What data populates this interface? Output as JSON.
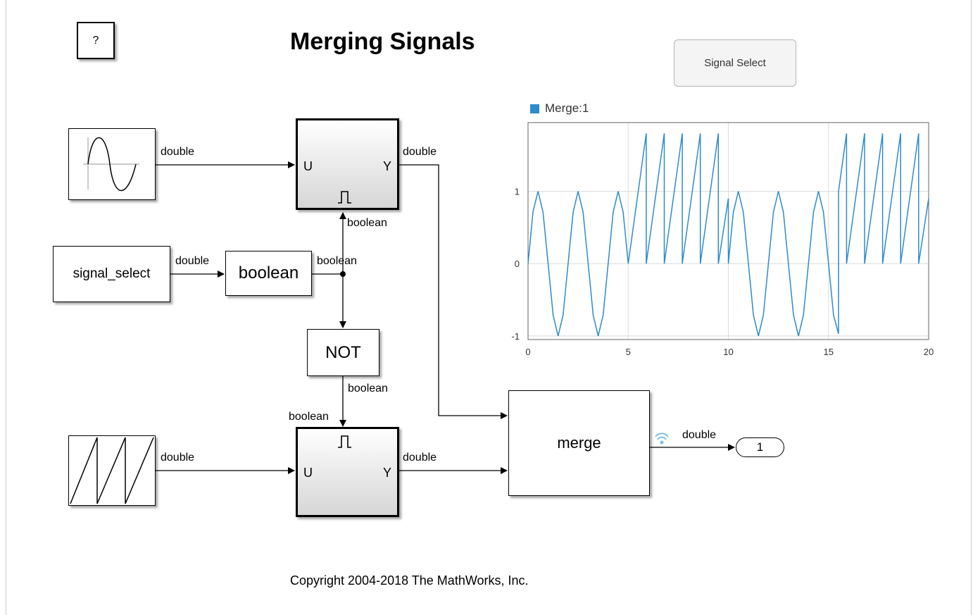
{
  "title": "Merging Signals",
  "help_label": "?",
  "signal_select_button": "Signal Select",
  "copyright": "Copyright 2004-2018 The MathWorks, Inc.",
  "blocks": {
    "signal_select": "signal_select",
    "boolean_convert": "boolean",
    "not": "NOT",
    "merge": "merge",
    "outport": "1",
    "enabled_top": {
      "in": "U",
      "out": "Y"
    },
    "enabled_bottom": {
      "in": "U",
      "out": "Y"
    }
  },
  "wire_labels": {
    "sine_out": "double",
    "top_out": "double",
    "top_enable": "boolean",
    "select_out": "double",
    "convert_out": "boolean",
    "not_out": "boolean",
    "bottom_enable": "boolean",
    "saw_out": "double",
    "bottom_out": "double",
    "merge_out": "double"
  },
  "colors": {
    "series": "#2e8bcc",
    "grid": "#dddddd"
  },
  "chart_data": {
    "type": "line",
    "legend": "Merge:1",
    "xlim": [
      0,
      20
    ],
    "ylim": [
      -1.05,
      1.95
    ],
    "x_ticks": [
      0,
      5,
      10,
      15,
      20
    ],
    "y_ticks": [
      -1,
      0,
      1
    ],
    "grid": true,
    "series": [
      {
        "name": "Merge:1",
        "x": [
          0,
          0.25,
          0.5,
          0.75,
          1,
          1.25,
          1.5,
          1.75,
          2,
          2.25,
          2.5,
          2.75,
          3,
          3.25,
          3.5,
          3.75,
          4,
          4.25,
          4.5,
          4.75,
          5,
          5.9,
          5.9,
          6.8,
          6.8,
          7.7,
          7.7,
          8.6,
          8.6,
          9.5,
          9.5,
          10,
          10,
          10.25,
          10.5,
          10.75,
          11,
          11.25,
          11.5,
          11.75,
          12,
          12.25,
          12.5,
          12.75,
          13,
          13.25,
          13.5,
          13.75,
          14,
          14.25,
          14.5,
          14.75,
          15,
          15.25,
          15.5,
          15.5,
          15.9,
          15.9,
          16.8,
          16.8,
          17.7,
          17.7,
          18.6,
          18.6,
          19.5,
          19.5,
          20
        ],
        "y": [
          0,
          0.72,
          1,
          0.71,
          0,
          -0.71,
          -1,
          -0.71,
          0,
          0.71,
          1,
          0.71,
          0,
          -0.71,
          -1,
          -0.71,
          0,
          0.71,
          1,
          0.71,
          0,
          1.8,
          0,
          1.8,
          0,
          1.8,
          0,
          1.8,
          0,
          1.8,
          0,
          0.9,
          0,
          0.71,
          1,
          0.71,
          0,
          -0.71,
          -1,
          -0.71,
          0,
          0.71,
          1,
          0.71,
          0,
          -0.71,
          -1,
          -0.71,
          0,
          0.71,
          1,
          0.71,
          0,
          -0.71,
          -0.97,
          1.0,
          1.8,
          0,
          1.8,
          0,
          1.8,
          0,
          1.8,
          0,
          1.8,
          0,
          0.9
        ]
      }
    ]
  }
}
